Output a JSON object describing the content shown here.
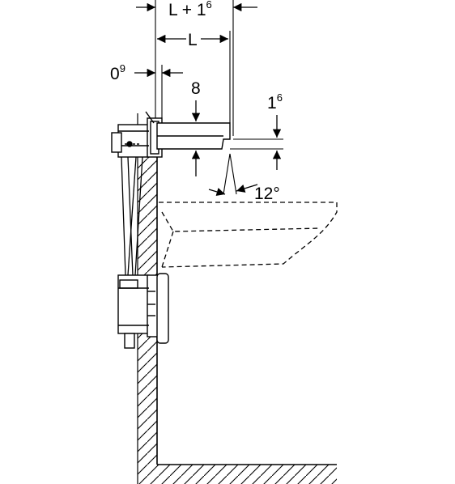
{
  "labels": {
    "l_plus": {
      "base": "L + 1",
      "sup": "6"
    },
    "l": "L",
    "offset": {
      "base": "0",
      "sup": "9"
    },
    "eight": "8",
    "spout_gap": {
      "base": "1",
      "sup": "6"
    },
    "angle": "12°"
  },
  "colors": {
    "line": "#000000",
    "background": "#ffffff"
  }
}
